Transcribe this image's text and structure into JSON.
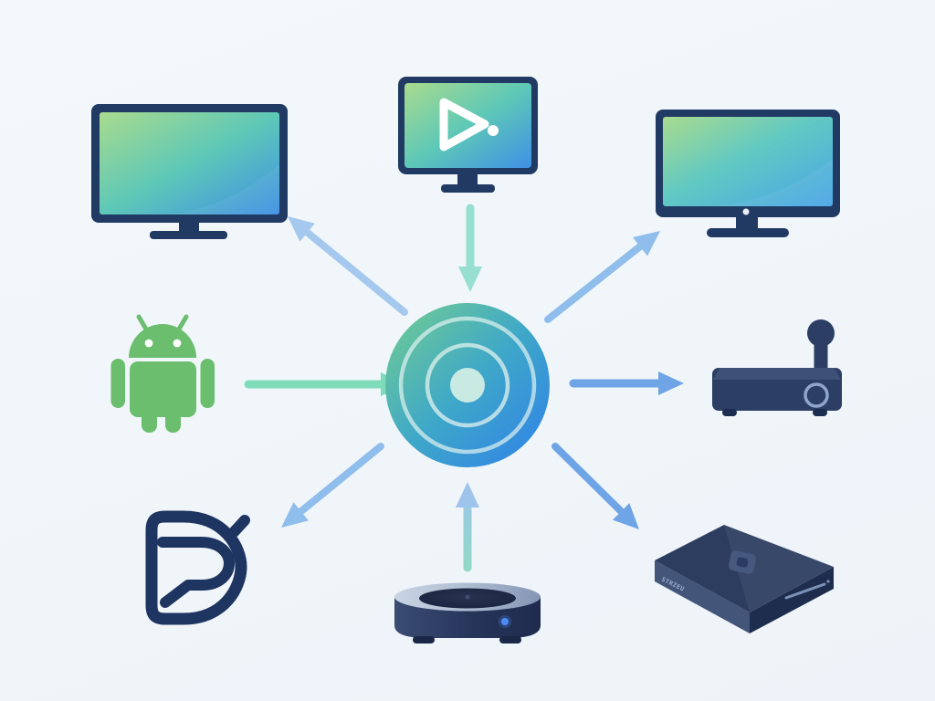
{
  "meta": {
    "description": "Illustration of a central wireless casting hub connected by arrows to media devices"
  },
  "colors": {
    "bg1": "#F3F8FB",
    "bg2": "#EDF3F8",
    "navy": "#213A63",
    "navy-dark": "#1B2E52",
    "navy-mid": "#2C3E63",
    "navy-light": "#3E5076",
    "screen-green": "#A9DB8E",
    "screen-teal": "#5EC8B7",
    "screen-blue": "#3F90E5",
    "hub-green": "#74CE8F",
    "hub-teal": "#3FA8C8",
    "hub-blue": "#2F80E9",
    "hub-ring": "#E0F2EF",
    "hub-dot": "#C9E9E3",
    "android-green": "#6ABE6E",
    "arrow-lightblue": "#A5C9EE",
    "arrow-softblue": "#8FBDEC",
    "arrow-blue": "#6FA5E6",
    "arrow-teal": "#7EDCB9",
    "arrow-mint": "#97DFD1",
    "arrow-grad-start": "#8FD9C6",
    "arrow-grad-end": "#9FC4EC",
    "led-blue": "#4D8BF5",
    "logo-navy": "#1E3461",
    "puck-rim-light": "#C9D4E3",
    "puck-rim-dark": "#8394B3",
    "puck-top": "#18243E",
    "box-top": "#2C3D60",
    "box-left-face": "#44557A",
    "box-right-face": "#1E2C4E",
    "white": "#FFFFFF"
  },
  "nodes": {
    "hub": {
      "icon": "wireless-hub-icon"
    },
    "tv_left": {
      "icon": "smart-tv-icon"
    },
    "monitor_play": {
      "icon": "media-player-monitor-icon"
    },
    "tv_right": {
      "icon": "smart-tv-icon"
    },
    "android": {
      "icon": "android-robot-icon"
    },
    "settop_box": {
      "icon": "settop-box-antenna-icon"
    },
    "brand_logo": {
      "icon": "brand-d-logo-icon"
    },
    "puck": {
      "icon": "round-streaming-puck-icon"
    },
    "streaming_box": {
      "icon": "streaming-box-icon",
      "label": "STRZEU"
    }
  },
  "arrows": [
    {
      "id": "hub-to-tv-left",
      "direction": "up-left",
      "color": "arrow-lightblue"
    },
    {
      "id": "monitor-to-hub",
      "direction": "down",
      "color": "arrow-mint"
    },
    {
      "id": "hub-to-tv-right",
      "direction": "up-right",
      "color": "arrow-softblue"
    },
    {
      "id": "android-to-hub",
      "direction": "right",
      "color": "arrow-teal"
    },
    {
      "id": "hub-to-settop-box",
      "direction": "right",
      "color": "arrow-blue"
    },
    {
      "id": "hub-to-brand-logo",
      "direction": "down-left",
      "color": "arrow-softblue"
    },
    {
      "id": "puck-to-hub",
      "direction": "up",
      "color": "arrow-grad"
    },
    {
      "id": "hub-to-streaming-box",
      "direction": "down-right",
      "color": "arrow-blue"
    }
  ]
}
